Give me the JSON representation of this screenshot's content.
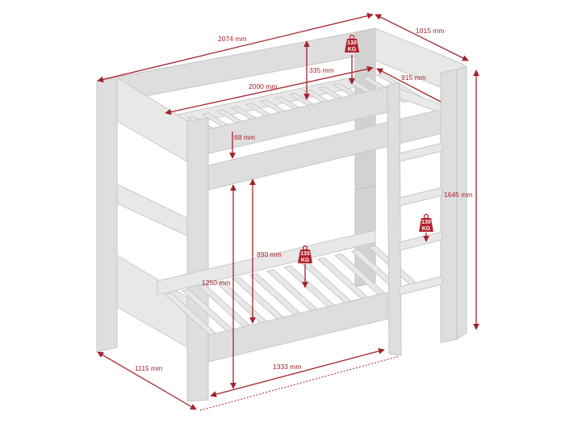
{
  "title": "Bunk bed dimensions",
  "colors": {
    "dimension": "#a3232b",
    "wood": "#dedede",
    "weight_badge": "#b3202b"
  },
  "dimensions": {
    "total_length": "2074 mm",
    "total_depth": "1015 mm",
    "guard_height": "335 mm",
    "mattress_length": "2000 mm",
    "mattress_width": "915 mm",
    "rail_height": "68 mm",
    "total_height": "1645 mm",
    "bottom_clearance": "890 mm",
    "top_bunk_height": "1250 mm",
    "footprint_depth": "1115 mm",
    "under_length": "1333 mm"
  },
  "weight_badges": [
    {
      "value": "130",
      "unit": "KG"
    },
    {
      "value": "130",
      "unit": "KG"
    },
    {
      "value": "130",
      "unit": "KG"
    }
  ]
}
